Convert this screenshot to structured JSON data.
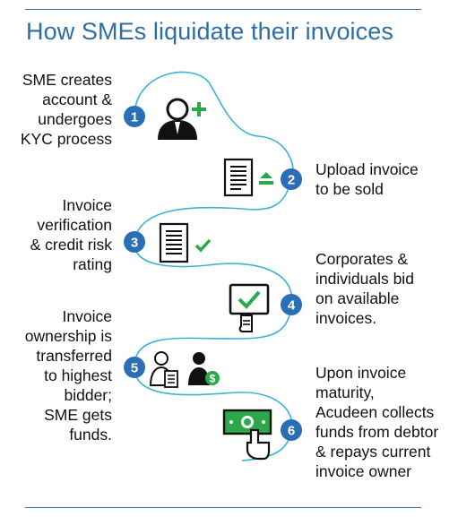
{
  "title": "How SMEs liquidate their invoices",
  "colors": {
    "accent": "#2f6ea3",
    "curve": "#3ab3d6",
    "step_circle": "#2a6fb5",
    "green": "#2aa84a",
    "icon": "#111111"
  },
  "steps": [
    {
      "number": "1",
      "text": "SME creates\naccount &\nundergoes\nKYC process",
      "icon": "user-add-icon"
    },
    {
      "number": "2",
      "text": "Upload invoice\nto be sold",
      "icon": "document-upload-icon"
    },
    {
      "number": "3",
      "text": "Invoice\nverification\n& credit risk\nrating",
      "icon": "document-check-icon"
    },
    {
      "number": "4",
      "text": "Corporates &\nindividuals bid\non available\ninvoices.",
      "icon": "vote-check-icon"
    },
    {
      "number": "5",
      "text": "Invoice\nownership is\ntransferred\nto highest\nbidder;\nSME gets\nfunds.",
      "icon": "transfer-users-icon"
    },
    {
      "number": "6",
      "text": "Upon invoice\nmaturity,\nAcudeen collects\nfunds from debtor\n& repays current\ninvoice owner",
      "icon": "cash-hand-icon"
    }
  ]
}
